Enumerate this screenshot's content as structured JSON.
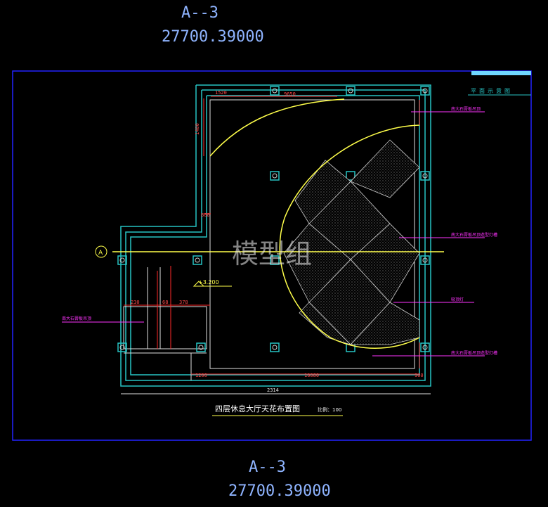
{
  "header": {
    "sheet_id": "A--3",
    "coords": "27700.39000"
  },
  "footer": {
    "sheet_id": "A--3",
    "coords": "27700.39000"
  },
  "legend_title": "平面示意图",
  "drawing_title": "四层休息大厅天花布置图",
  "scale": "比例：100",
  "watermark": "模型组",
  "axis_label": "A",
  "elevation": "+3.200",
  "dimensions": {
    "d1": "1520",
    "d2": "9650",
    "d3": "1400",
    "d4": "800",
    "d5": "230",
    "d6": "378",
    "d7": "68",
    "d8": "1200",
    "d9": "10080",
    "d10": "900",
    "d11": "2314"
  },
  "annotations": [
    "南大石膏板吊顶",
    "南大石膏板吊顶造型灯槽",
    "吸顶灯",
    "南大石膏板吊顶造型灯槽",
    "南大石膏板吊顶"
  ],
  "colors": {
    "wall": "#27c4c4",
    "dim": "#ff2a2a",
    "curve": "#ffff4a",
    "label": "#ff33ff",
    "title": "#8fb4ff",
    "frame": "#2222ff"
  }
}
